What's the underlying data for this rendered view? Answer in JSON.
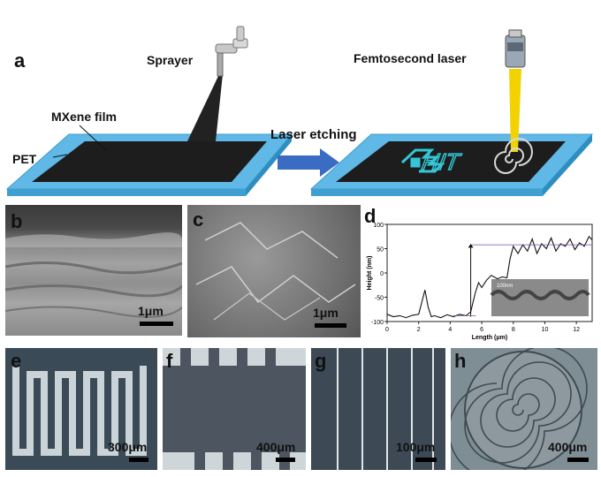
{
  "panel_a": {
    "label": "a",
    "sprayer": "Sprayer",
    "laser": "Femtosecond laser",
    "mxene": "MXene film",
    "pet": "PET",
    "process": "Laser etching",
    "pattern_text": "HIT"
  },
  "panel_b": {
    "label": "b",
    "scale": "1μm"
  },
  "panel_c": {
    "label": "c",
    "scale": "1μm"
  },
  "panel_d": {
    "label": "d",
    "inset_scale": "100nm"
  },
  "panel_e": {
    "label": "e",
    "scale": "300μm"
  },
  "panel_f": {
    "label": "f",
    "scale": "400μm"
  },
  "panel_g": {
    "label": "g",
    "scale": "100μm"
  },
  "panel_h": {
    "label": "h",
    "scale": "400μm"
  },
  "chart_data": {
    "type": "line",
    "title": "",
    "xlabel": "Length (μm)",
    "ylabel": "Height (nm)",
    "xlim": [
      0,
      13
    ],
    "ylim": [
      -100,
      100
    ],
    "xticks": [
      "0",
      "2",
      "4",
      "6",
      "8",
      "10",
      "12"
    ],
    "yticks": [
      "100",
      "50",
      "0",
      "-50",
      "-100"
    ],
    "x": [
      0,
      0.4,
      0.8,
      1.2,
      1.6,
      2.0,
      2.2,
      2.4,
      2.6,
      2.8,
      3.0,
      3.4,
      3.8,
      4.2,
      4.6,
      5.0,
      5.3,
      5.6,
      5.8,
      6.0,
      6.3,
      6.6,
      7.0,
      7.3,
      7.6,
      7.8,
      8.0,
      8.3,
      8.6,
      8.9,
      9.2,
      9.5,
      9.8,
      10.1,
      10.4,
      10.7,
      11.0,
      11.3,
      11.6,
      11.9,
      12.2,
      12.5,
      12.8,
      13.0
    ],
    "y": [
      -85,
      -90,
      -88,
      -92,
      -87,
      -85,
      -60,
      -35,
      -70,
      -90,
      -88,
      -92,
      -86,
      -90,
      -85,
      -88,
      -80,
      -40,
      -20,
      -30,
      -15,
      -5,
      -12,
      -8,
      -10,
      30,
      55,
      40,
      58,
      45,
      70,
      40,
      60,
      50,
      72,
      45,
      60,
      55,
      70,
      48,
      62,
      55,
      75,
      68
    ]
  }
}
